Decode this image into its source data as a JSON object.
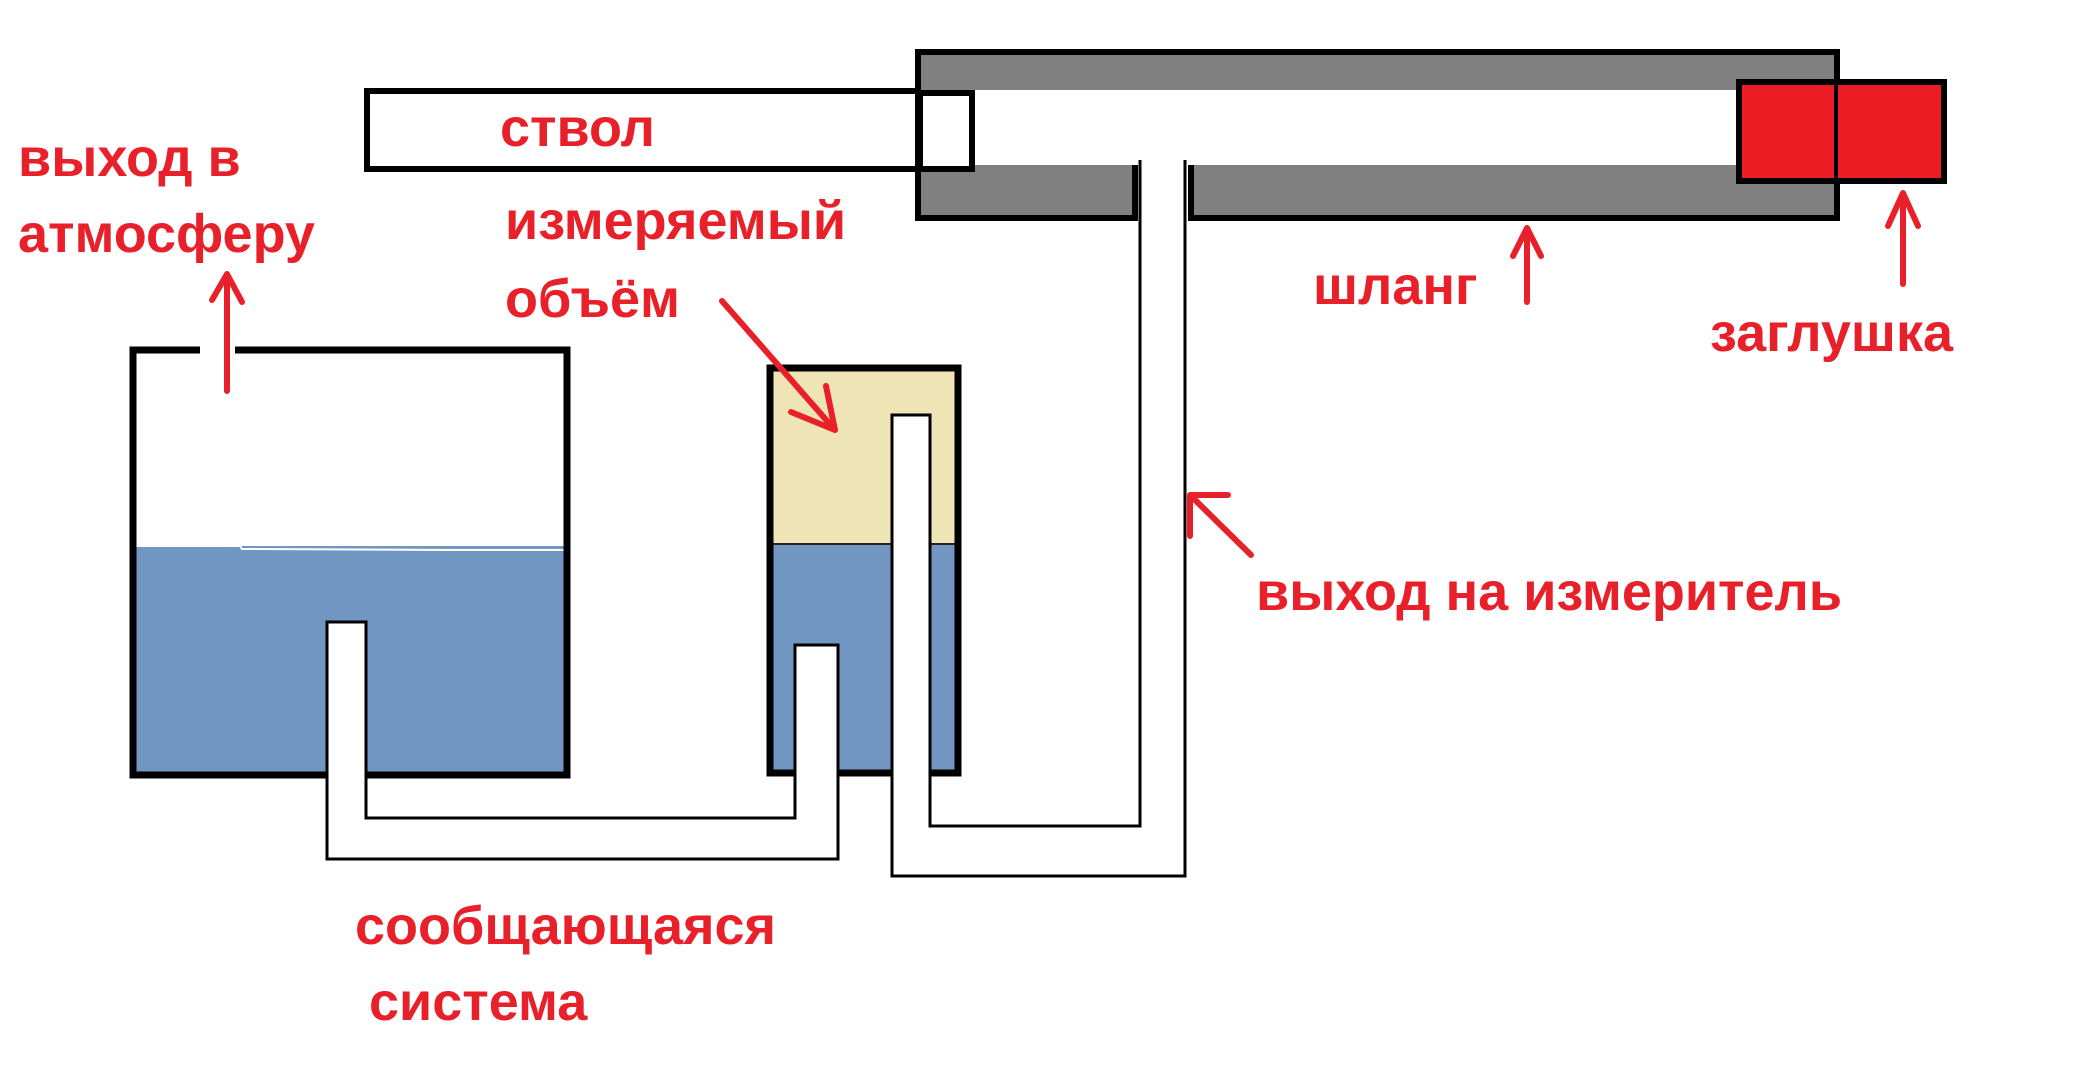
{
  "labels": {
    "barrel": "ствол",
    "atmosphere_line1": "выход в",
    "atmosphere_line2": "атмосферу",
    "measured_volume_line1": "измеряемый",
    "measured_volume_line2": "объём",
    "hose": "шланг",
    "plug": "заглушка",
    "meter_outlet": "выход на измеритель",
    "communicating_line1": "сообщающаяся",
    "communicating_line2": "система"
  },
  "colors": {
    "label_text": "#e8202a",
    "arrow": "#e8202a",
    "water": "#7196c2",
    "air_volume": "#efe4b5",
    "hose": "#808080",
    "plug": "#ed1c24",
    "outline": "#000000",
    "pipe_fill": "#ffffff"
  }
}
